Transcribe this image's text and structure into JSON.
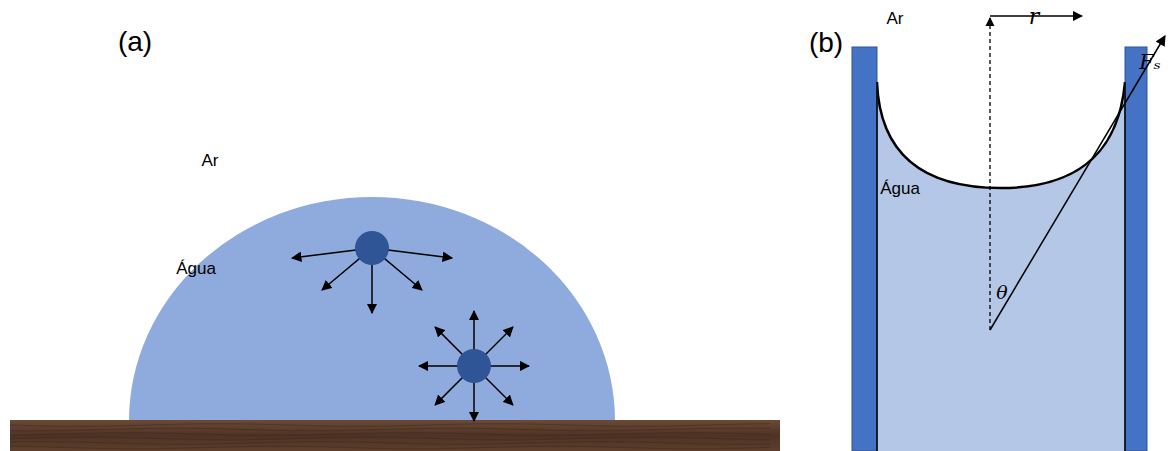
{
  "diagram": {
    "labels": [
      "(a)",
      "Ar",
      "Água",
      "(b)",
      "Ar",
      "Água",
      "r",
      "Fₛ",
      "θ"
    ]
  }
}
